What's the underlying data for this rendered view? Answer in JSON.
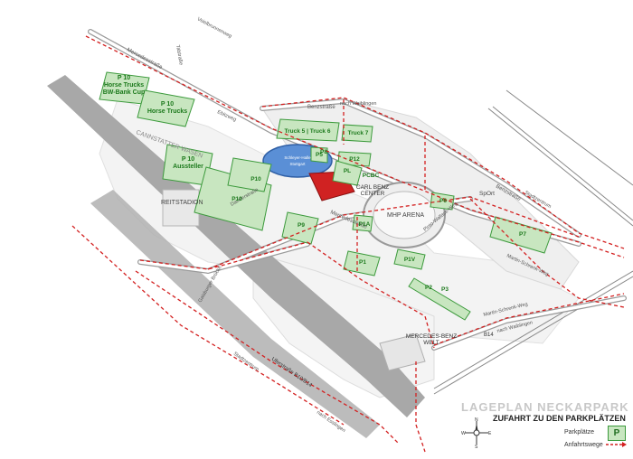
{
  "title": {
    "main": "LAGEPLAN NECKARPARK",
    "sub": "ZUFAHRT ZU DEN PARKPLÄTZEN"
  },
  "legend": {
    "parking_label": "Parkplätze",
    "parking_symbol": "P",
    "routes_label": "Anfahrtswege"
  },
  "compass": {
    "n": "N",
    "s": "S",
    "w": "W",
    "e": "E"
  },
  "colors": {
    "parking_fill": "#c8e6c0",
    "parking_stroke": "#3c9a3c",
    "route": "#d32020",
    "road": "#9a9a9a",
    "rail": "#a8a8a8"
  },
  "parking": [
    {
      "id": "p10-horse",
      "label": "P 10\nHorse Trucks\nBW-Bank Cup"
    },
    {
      "id": "p10-horse2",
      "label": "P 10\nHorse Trucks"
    },
    {
      "id": "p10-aussteller",
      "label": "P 10\nAussteller"
    },
    {
      "id": "p10-a",
      "label": "P10"
    },
    {
      "id": "p10-b",
      "label": "P10"
    },
    {
      "id": "truck5",
      "label": "Truck 5 | Truck 6"
    },
    {
      "id": "truck7",
      "label": "Truck 7"
    },
    {
      "id": "p9",
      "label": "P9"
    },
    {
      "id": "p5",
      "label": "P5"
    },
    {
      "id": "p8",
      "label": "P8"
    },
    {
      "id": "p12",
      "label": "P12"
    },
    {
      "id": "pl",
      "label": "PL"
    },
    {
      "id": "pcbc",
      "label": "PCBC"
    },
    {
      "id": "p1a",
      "label": "P1A"
    },
    {
      "id": "p1",
      "label": "P1"
    },
    {
      "id": "p1v",
      "label": "P1V"
    },
    {
      "id": "p2",
      "label": "P2"
    },
    {
      "id": "p3",
      "label": "P3"
    },
    {
      "id": "p6",
      "label": "P6"
    },
    {
      "id": "p7",
      "label": "P7"
    }
  ],
  "labels": {
    "cannstatter_wasen": "CANNSTATTER WASEN",
    "reitstadion": "REITSTADION",
    "carl_benz": "CARL BENZ\nCENTER",
    "mhp_arena": "MHP ARENA",
    "mercedes_welt": "MERCEDES-BENZ\nWELT",
    "sport": "SpOrt",
    "schleyer": "Schleyer-Halle\nStuttgart",
    "mercedesstrasse": "Mercedesstraße",
    "mercedesstrasse2": "Mercedesstraße",
    "benzstrasse": "Benzstraße",
    "benzstrasse2": "Benzstraße",
    "nach_waiblingen": "nach Waiblingen",
    "nach_waiblingen2": "nach Waiblingen",
    "nach_esslingen": "nach Esslingen",
    "stadtzentrum": "Stadtzentrum",
    "stadtzentrum2": "Stadtzentrum",
    "stadtzentrum3": "Stadtzentrum",
    "talstrasse": "Talstraße",
    "daimlerstrasse": "Daimlerstraße",
    "veielbrunnenweg": "Veielbrunnenweg",
    "ebitzweg": "Ebitzweg",
    "bundesstrasse": "Uferstraße B10/B14",
    "b14": "B14",
    "mercedesstrasse_left": "Mercedesstraße",
    "mercedesstrasse_top": "Mercedesstraße",
    "gaisburger": "Gaisburger Brücke",
    "pinto": "Pinto-Wallace-Weg",
    "mercedesweg": "Martin-Schrenk-Weg",
    "mercedesweg2": "Martin-Schrenk-Weg",
    "strasse_top": "Straße",
    "ebitz": "Ebitz"
  }
}
